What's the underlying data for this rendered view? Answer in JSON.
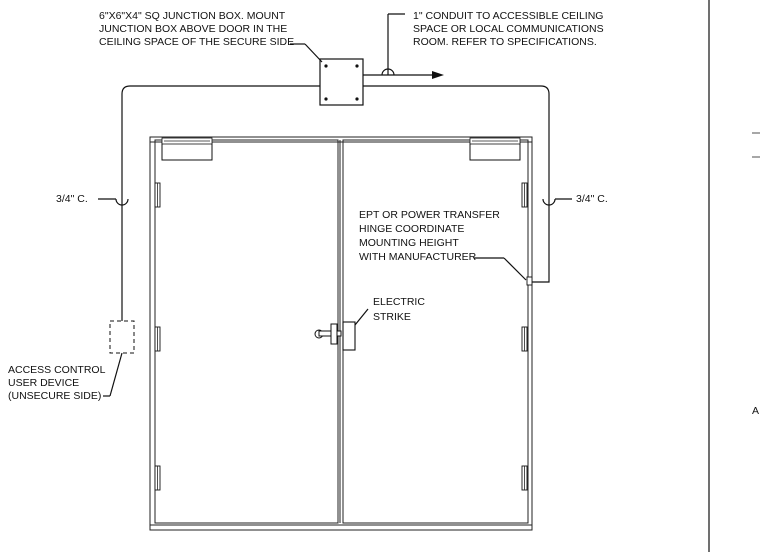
{
  "notes": {
    "junction_box": [
      "6\"X6\"X4\" SQ JUNCTION BOX. MOUNT",
      "JUNCTION BOX ABOVE DOOR IN THE",
      "CEILING SPACE OF THE SECURE SIDE"
    ],
    "conduit": [
      "1\" CONDUIT TO ACCESSIBLE CEILING",
      "SPACE OR LOCAL COMMUNICATIONS",
      "ROOM. REFER TO SPECIFICATIONS."
    ],
    "conduit_left": "3/4\" C.",
    "conduit_right": "3/4\" C.",
    "ept": [
      "EPT OR POWER TRANSFER",
      "HINGE COORDINATE",
      "MOUNTING HEIGHT",
      "WITH MANUFACTURER"
    ],
    "strike": [
      "ELECTRIC",
      "STRIKE"
    ],
    "access_control": [
      "ACCESS CONTROL",
      "USER DEVICE",
      "(UNSECURE SIDE)"
    ],
    "edge_letter": "A"
  }
}
